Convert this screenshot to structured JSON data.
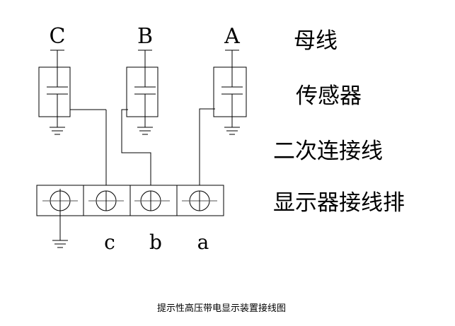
{
  "phases": [
    "C",
    "B",
    "A"
  ],
  "terminals": [
    "c",
    "b",
    "a"
  ],
  "legend": {
    "busbar": "母线",
    "sensor": "传感器",
    "secondary_wiring": "二次连接线",
    "terminal_block": "显示器接线排"
  },
  "caption": "提示性高压带电显示装置接线图"
}
